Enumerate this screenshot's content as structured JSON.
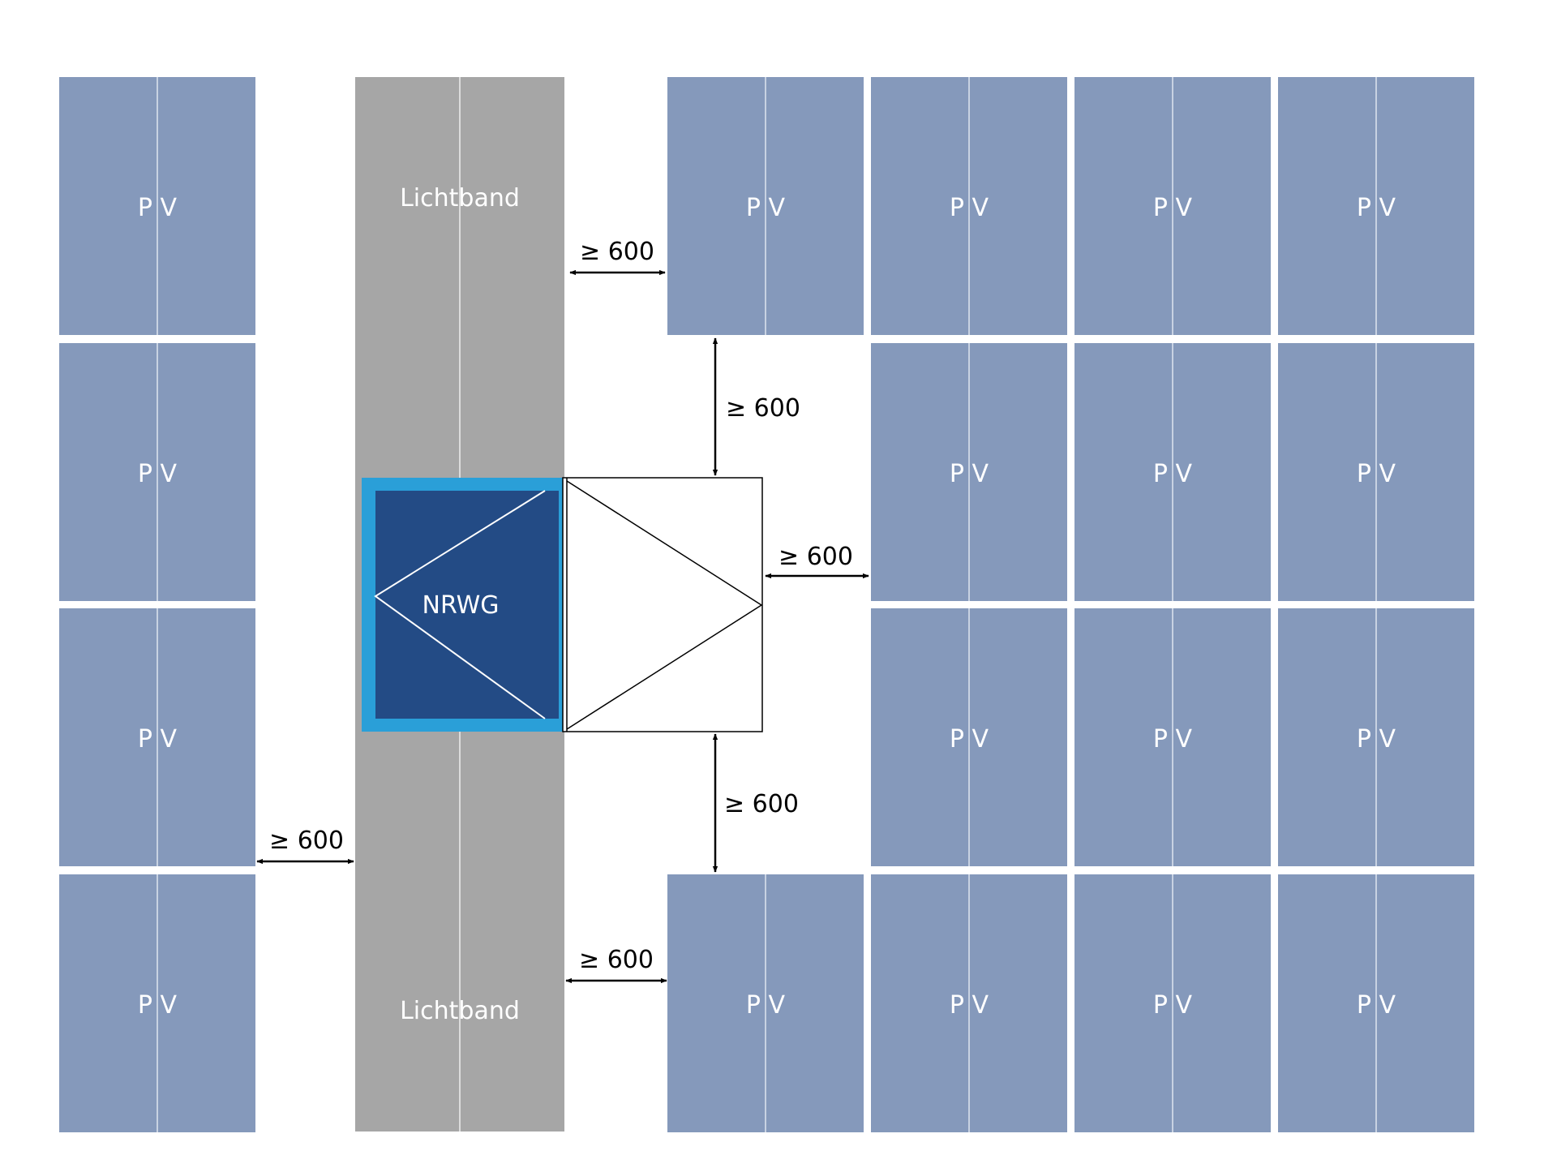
{
  "colors": {
    "pv_panel": "#8599bb",
    "pv_divider": "#c8d2e2",
    "skylight_band": "#a6a6a6",
    "skylight_divider": "#dcdcdc",
    "nrwg_frame": "#2a9fd8",
    "nrwg_fill": "#234b85",
    "arrow": "#000000"
  },
  "pv_label": "P V",
  "skylight": {
    "top_label": "Lichtband",
    "bottom_label": "Lichtband"
  },
  "nrwg": {
    "label": "NRWG"
  },
  "dimensions": [
    {
      "id": "top-left-gap",
      "label": "≥ 600"
    },
    {
      "id": "upper-vertical-gap",
      "label": "≥ 600"
    },
    {
      "id": "right-gap",
      "label": "≥ 600"
    },
    {
      "id": "lower-vertical-gap",
      "label": "≥ 600"
    },
    {
      "id": "left-band-gap",
      "label": "≥ 600"
    },
    {
      "id": "bottom-left-gap",
      "label": "≥ 600"
    }
  ]
}
